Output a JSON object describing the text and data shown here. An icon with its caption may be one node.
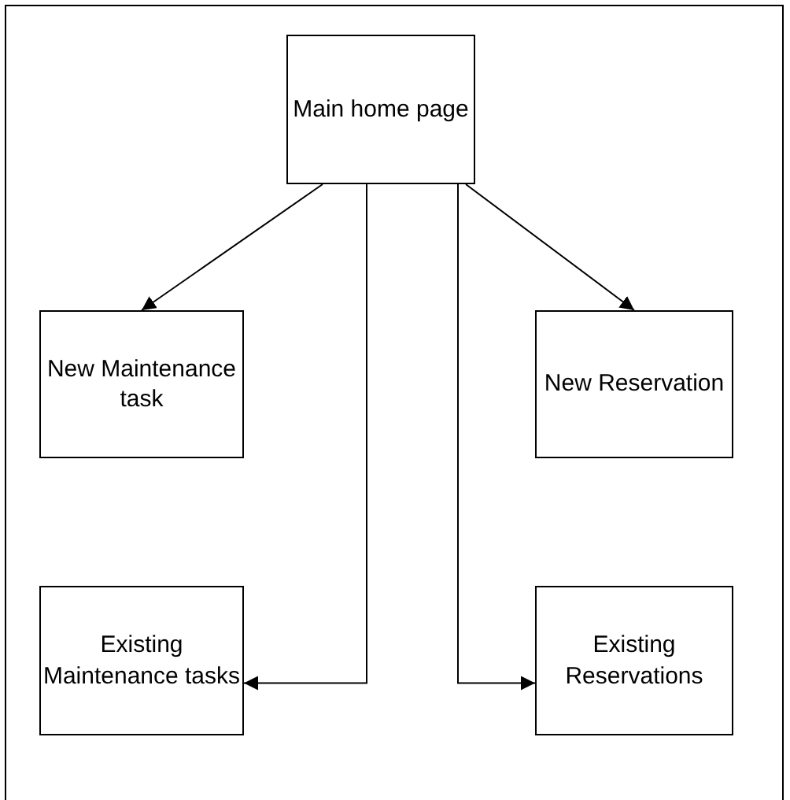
{
  "diagram": {
    "nodes": [
      {
        "text": [
          "Main home page"
        ]
      },
      {
        "text": [
          "New Maintenance task"
        ]
      },
      {
        "text": [
          "New Reservation"
        ]
      },
      {
        "text": [
          "Existing Maintenance tasks"
        ]
      },
      {
        "text": [
          "Existing Reservations"
        ]
      }
    ],
    "edges": [
      {
        "from": 0,
        "to": 1,
        "arrow": "to"
      },
      {
        "from": 0,
        "to": 2,
        "arrow": "to"
      },
      {
        "from": 0,
        "to": 3,
        "arrow": "to"
      },
      {
        "from": 0,
        "to": 4,
        "arrow": "to"
      }
    ]
  }
}
